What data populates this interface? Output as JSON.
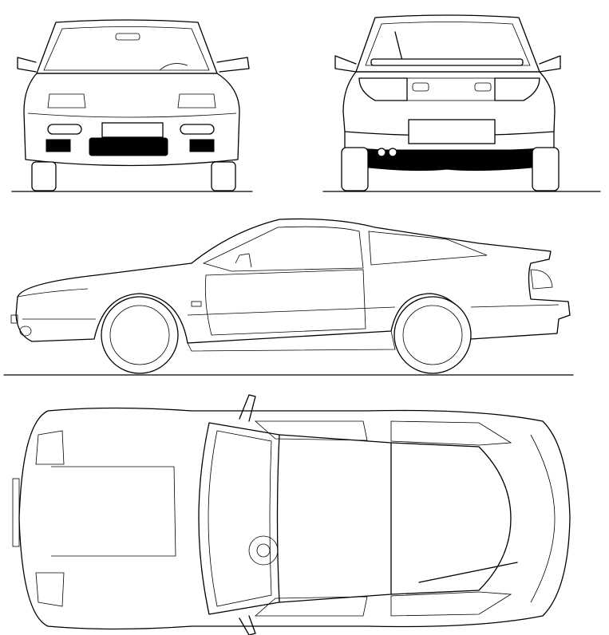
{
  "colors": {
    "line": "#000000",
    "background": "#ffffff"
  },
  "views": [
    "front",
    "rear",
    "side",
    "top"
  ]
}
